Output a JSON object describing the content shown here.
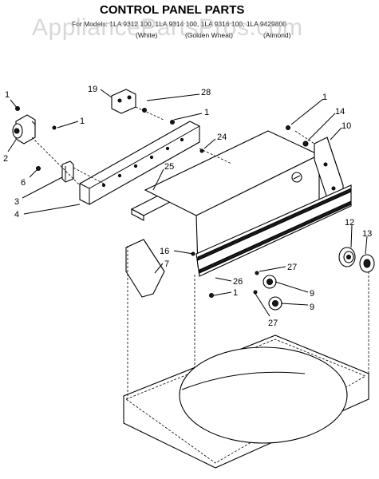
{
  "header": {
    "title": "CONTROL PANEL PARTS",
    "models_line": "For Models: 1LA 9312 100, 1LA 9314 100, 1LA 9316 100, 1LA 9429800",
    "colors": [
      "(White)",
      "(Golden Wheat)",
      "(Almond)"
    ],
    "watermark": "AppliancePartsPros.com"
  },
  "callouts": {
    "c1a": "1",
    "c2": "2",
    "c1b": "1",
    "c6": "6",
    "c3": "3",
    "c4": "4",
    "c19": "19",
    "c28": "28",
    "c1c": "1",
    "c24": "24",
    "c25": "25",
    "c1d": "1",
    "c14": "14",
    "c10": "10",
    "c12": "12",
    "c13": "13",
    "c16": "16",
    "c7": "7",
    "c27a": "27",
    "c9a": "9",
    "c9b": "9",
    "c26": "26",
    "c1e": "1",
    "c27b": "27"
  }
}
